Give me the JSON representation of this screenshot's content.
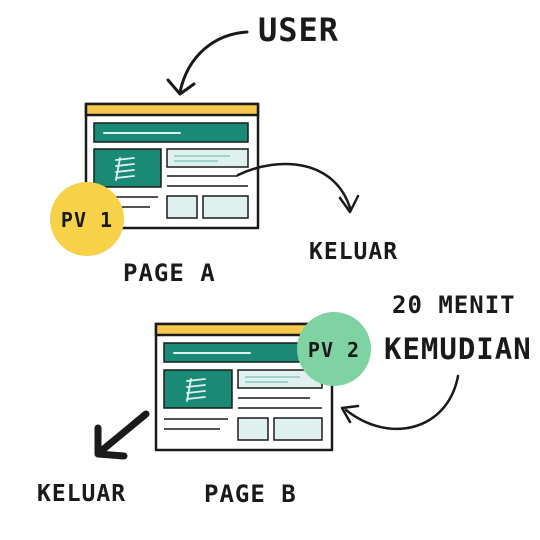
{
  "labels": {
    "user": "USER",
    "page_a": "PAGE A",
    "page_b": "PAGE B",
    "exit_a": "KELUAR",
    "exit_b": "KELUAR",
    "later_line1": "20 MENIT",
    "later_line2": "KEMUDIAN"
  },
  "badges": {
    "pv1": "PV 1",
    "pv2": "PV 2"
  },
  "colors": {
    "header_bar": "#f5c84c",
    "teal": "#1a8a76",
    "teal_light": "#dff1ef",
    "pv1_fill": "#f7d148",
    "pv2_fill": "#7fd3a3",
    "ink": "#1a1a1a"
  },
  "icons": {
    "page": "webpage-wireframe-icon",
    "arrow": "hand-drawn-arrow-icon",
    "content": "stacked-layers-icon"
  }
}
